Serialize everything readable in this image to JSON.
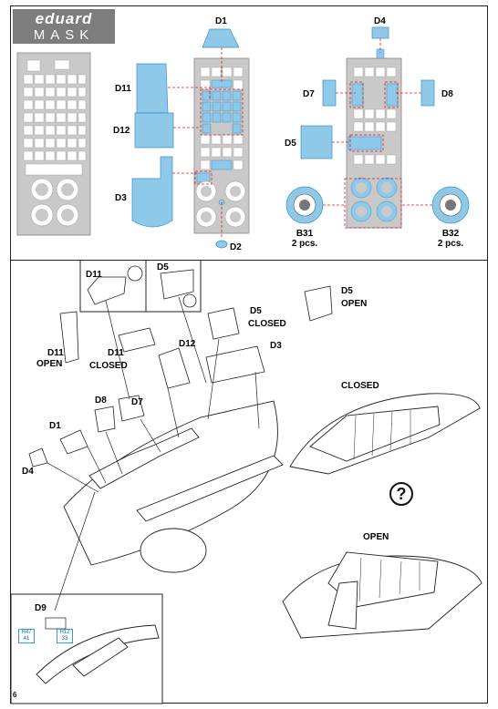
{
  "logo": {
    "brand": "eduard",
    "product": "MASK"
  },
  "page_number": "6",
  "top_labels": {
    "d1": "D1",
    "d2": "D2",
    "d3": "D3",
    "d4": "D4",
    "d5": "D5",
    "d7": "D7",
    "d8": "D8",
    "d11": "D11",
    "d12": "D12",
    "b31": "B31",
    "b31_qty": "2 pcs.",
    "b32": "B32",
    "b32_qty": "2 pcs."
  },
  "bottom_labels": {
    "d11": "D11",
    "d5": "D5",
    "d5_closed_ref": "D5",
    "closed_word": "CLOSED",
    "d5_open_ref": "D5",
    "open_word": "OPEN",
    "d12": "D12",
    "d3": "D3",
    "d11_open": "D11",
    "d11_open_word": "OPEN",
    "d11_closed": "D11",
    "d11_closed_word": "CLOSED",
    "d8": "D8",
    "d7": "D7",
    "d1": "D1",
    "d4": "D4",
    "closed_view": "CLOSED",
    "open_view": "OPEN",
    "question": "?",
    "d9": "D9",
    "ref_h47_top": "H47",
    "ref_h47_bot": "41",
    "ref_h12_top": "H12",
    "ref_h12_bot": "33"
  },
  "colors": {
    "mask_blue": "#8ec9ea",
    "mask_stroke": "#3b8fc4",
    "guide_red": "#d42020",
    "sheet_grey": "#c9c9c9"
  }
}
